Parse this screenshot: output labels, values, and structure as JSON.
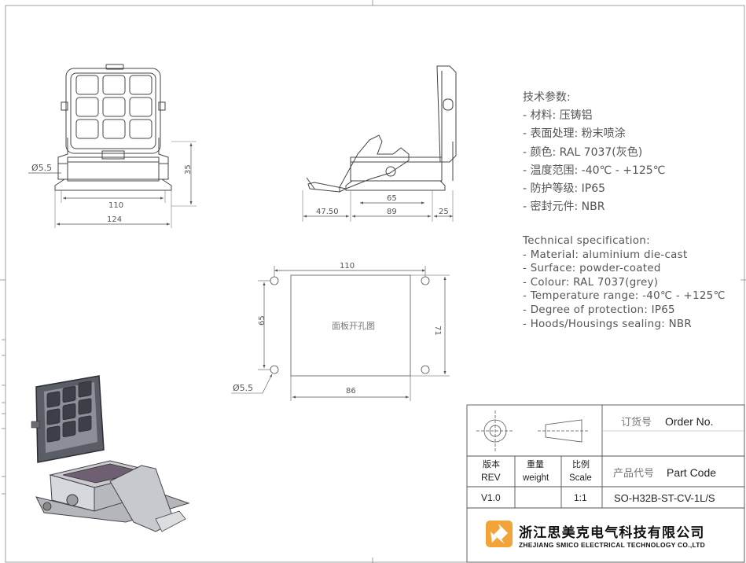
{
  "specs_cn": {
    "title": "技术参数:",
    "items": [
      "- 材料: 压铸铝",
      "- 表面处理: 粉末喷涂",
      "- 颜色: RAL 7037(灰色)",
      "- 温度范围: -40℃ - +125℃",
      "- 防护等级: IP65",
      "- 密封元件: NBR"
    ]
  },
  "specs_en": {
    "title": "Technical specification:",
    "items": [
      "- Material: aluminium die-cast",
      "- Surface: powder-coated",
      "- Colour: RAL 7037(grey)",
      "- Temperature range: -40℃ - +125℃",
      "- Degree of protection: IP65",
      "- Hoods/Housings sealing: NBR"
    ]
  },
  "front_view": {
    "dim_hole": "Ø5.5",
    "dim_inner_width": "110",
    "dim_outer_width": "124",
    "dim_height": "35"
  },
  "side_view": {
    "dim_latch": "47.50",
    "dim_65": "65",
    "dim_89": "89",
    "dim_25": "25"
  },
  "cutout": {
    "dim_top": "110",
    "dim_left": "65",
    "dim_right": "71",
    "dim_bottom": "86",
    "dim_hole": "Ø5.5",
    "label": "面板开孔图"
  },
  "title_block": {
    "order_no_cn": "订货号",
    "order_no_en": "Order No.",
    "part_code_cn": "产品代号",
    "part_code_en": "Part Code",
    "rev_cn": "版本",
    "rev_en": "REV",
    "weight_cn": "重量",
    "weight_en": "weight",
    "scale_cn": "比例",
    "scale_en": "Scale",
    "rev_value": "V1.0",
    "weight_value": "",
    "scale_value": "1:1",
    "part_code_value": "SO-H32B-ST-CV-1L/S",
    "company_cn": "浙江思美克电气科技有限公司",
    "company_en": "ZHEJIANG SMICO ELECTRICAL TECHNOLOGY CO.,LTD",
    "logo_color": "#f2a33a"
  }
}
